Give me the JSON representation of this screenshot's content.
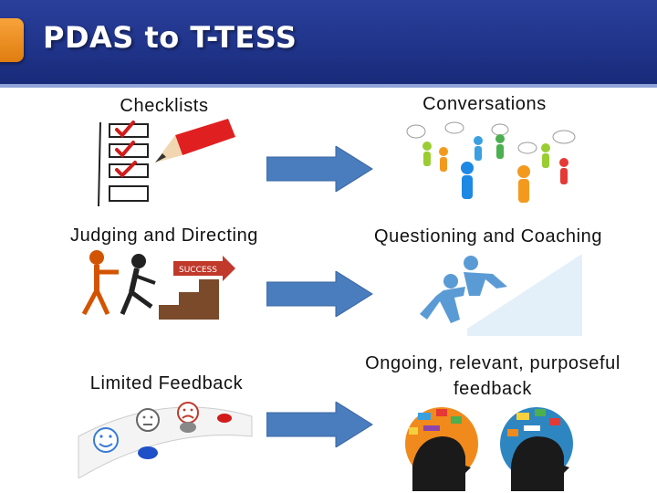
{
  "slide": {
    "title": "PDAS to T-TESS",
    "rows": [
      {
        "left_label": "Checklists",
        "right_label": "Conversations"
      },
      {
        "left_label": "Judging and Directing",
        "right_label": "Questioning and Coaching"
      },
      {
        "left_label": "Limited Feedback",
        "right_label": "Ongoing, relevant, purposeful feedback"
      }
    ],
    "success_sign": "SUCCESS"
  },
  "colors": {
    "header": "#1f3389",
    "accent_tab": "#f7a33a",
    "arrow": "#4a7dbd"
  }
}
